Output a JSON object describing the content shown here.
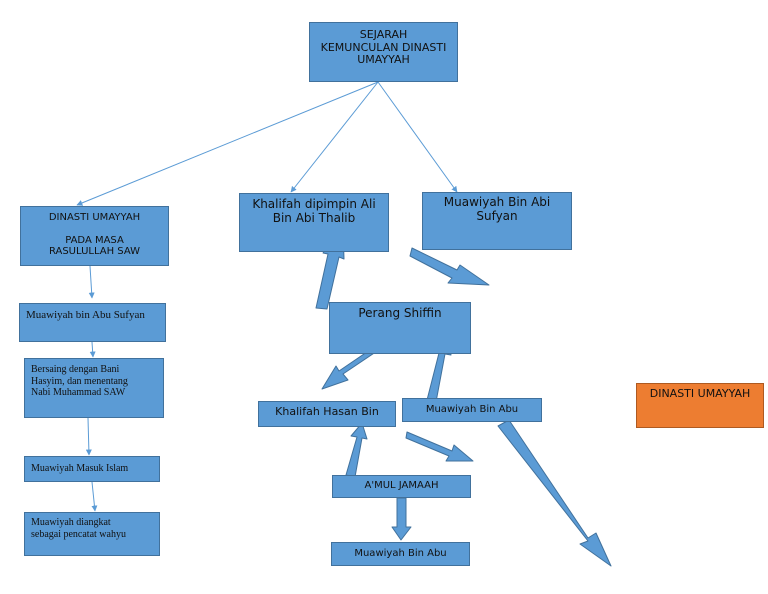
{
  "colors": {
    "box_fill": "#5b9bd5",
    "box_border": "#41719c",
    "accent_box": "#ed7d31",
    "line": "#5b9bd5"
  },
  "nodes": {
    "root": {
      "line1": "SEJARAH",
      "line2": "KEMUNCULAN DINASTI",
      "line3": "UMAYYAH"
    },
    "dinasti_rasul": {
      "line1": "DINASTI UMAYYAH",
      "line2": "PADA MASA",
      "line3": "RASULULLAH SAW"
    },
    "khalifah_ali": {
      "line1": "Khalifah dipimpin Ali",
      "line2": "Bin Abi Thalib"
    },
    "muawiyah_abi_sufyan": {
      "line1": "Muawiyah Bin Abi",
      "line2": "Sufyan"
    },
    "muawiyah_sufyan": {
      "line1": "Muawiyah bin Abu Sufyan"
    },
    "bersaing": {
      "line1": "Bersaing dengan Bani",
      "line2": "Hasyim, dan menentang",
      "line3": "Nabi Muhammad SAW"
    },
    "masuk_islam": {
      "line1": "Muawiyah Masuk Islam"
    },
    "pencatat_wahyu": {
      "line1": "Muawiyah diangkat",
      "line2": "sebagai pencatat wahyu"
    },
    "perang_shiffin": {
      "line1": "Perang Shiffin"
    },
    "khalifah_hasan": {
      "line1": "Khalifah Hasan Bin"
    },
    "muawiyah_abu_1": {
      "line1": "Muawiyah Bin Abu"
    },
    "amul_jamaah": {
      "line1": "A'MUL JAMAAH"
    },
    "muawiyah_abu_2": {
      "line1": "Muawiyah Bin Abu"
    },
    "dinasti_umayyah": {
      "line1": "DINASTI UMAYYAH"
    }
  }
}
